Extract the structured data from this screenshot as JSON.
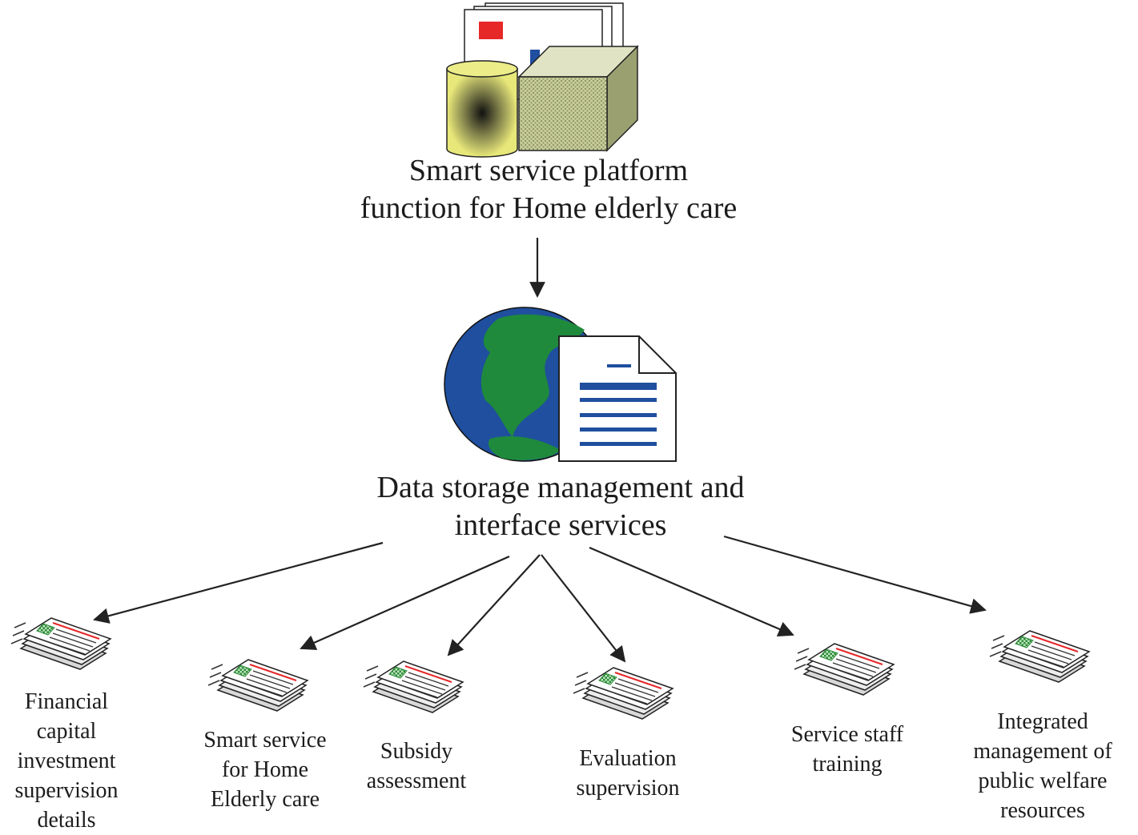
{
  "top_node": {
    "label": "Smart service platform\nfunction for Home elderly care",
    "icon": "database-files-icon"
  },
  "middle_node": {
    "label": "Data storage management and\ninterface services",
    "icon": "globe-document-icon"
  },
  "leaf_nodes": [
    {
      "label": "Financial\ncapital\ninvestment\nsupervision\ndetails",
      "icon": "newspaper-icon"
    },
    {
      "label": "Smart service\nfor Home\nElderly care",
      "icon": "newspaper-icon"
    },
    {
      "label": "Subsidy\nassessment",
      "icon": "newspaper-icon"
    },
    {
      "label": "Evaluation\nsupervision",
      "icon": "newspaper-icon"
    },
    {
      "label": "Service staff\ntraining",
      "icon": "newspaper-icon"
    },
    {
      "label": "Integrated\nmanagement of\npublic welfare\nresources",
      "icon": "newspaper-icon"
    }
  ],
  "colors": {
    "line": "#222222",
    "globe_ocean": "#1f4f9e",
    "globe_land": "#1f8a3c",
    "doc_lines": "#1f4f9e",
    "cylinder": "#e8e87a",
    "box": "#b8bf8a",
    "red_accent": "#e62828",
    "news_green": "#2e8b3a"
  }
}
